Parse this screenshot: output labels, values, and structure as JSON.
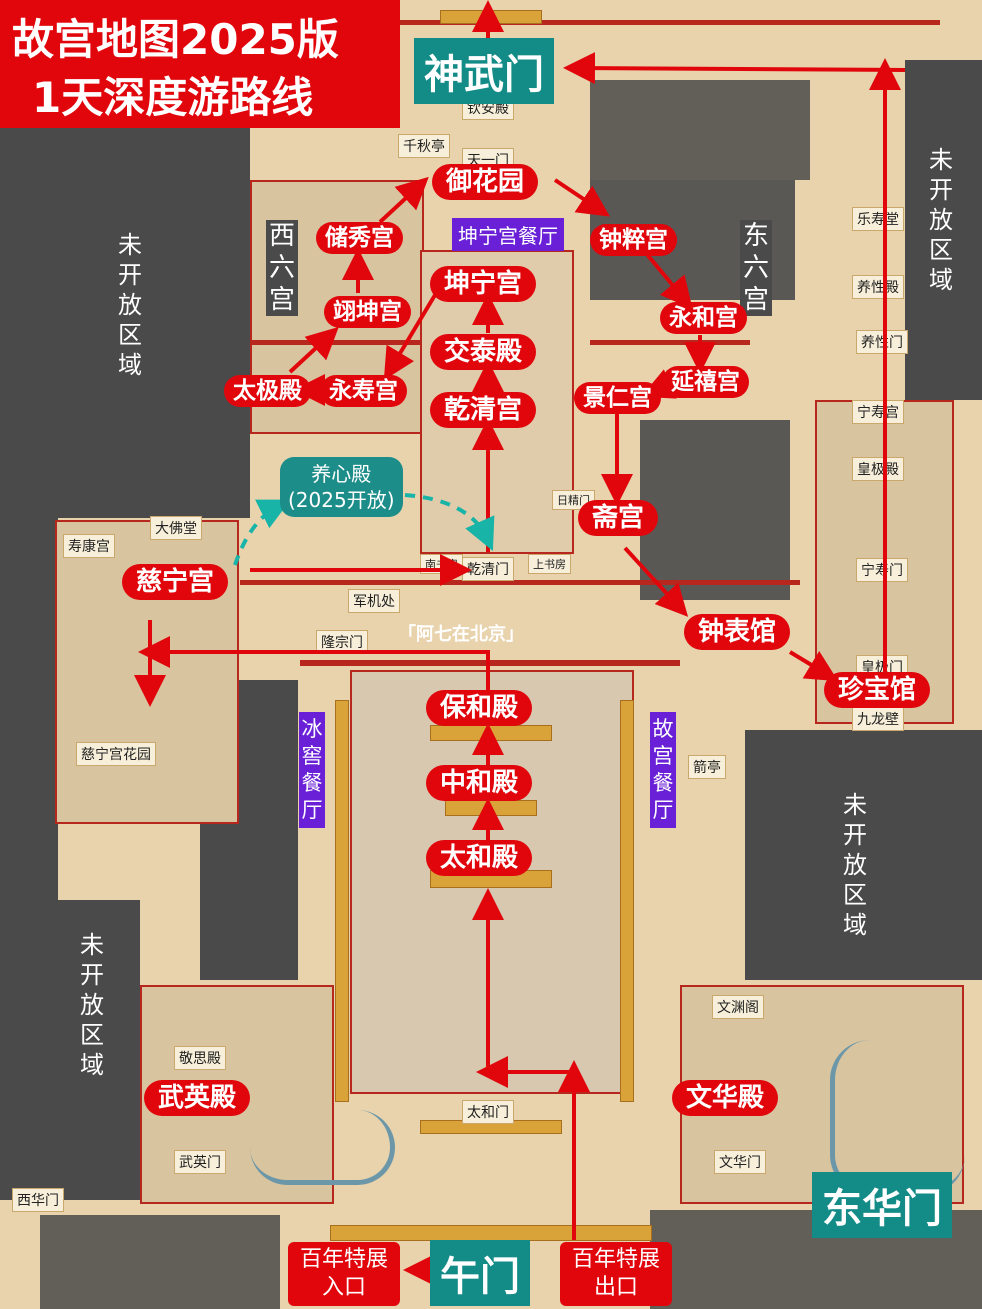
{
  "title": {
    "line1": "故宫地图2025版",
    "line2": "1天深度游路线"
  },
  "gates": {
    "shenwumen": "神武门",
    "wumen": "午门",
    "donghuamen": "东华门"
  },
  "route_stops": {
    "yuhuayuan": "御花园",
    "chuxiugong": "储秀宫",
    "yikungong": "翊坤宫",
    "taijidian": "太极殿",
    "yongshougong": "永寿宫",
    "kunninggong": "坤宁宫",
    "jiaotaidian": "交泰殿",
    "qianqinggong": "乾清宫",
    "zhongcuigong": "钟粹宫",
    "yonghegong": "永和宫",
    "yanxigong": "延禧宫",
    "jingrengong": "景仁宫",
    "zhaigong": "斋宫",
    "zhongbiaoguan": "钟表馆",
    "zhenbaoguan": "珍宝馆",
    "cininggong": "慈宁宫",
    "baohedian": "保和殿",
    "zhonghedian": "中和殿",
    "taihedian": "太和殿",
    "wuyingdian": "武英殿",
    "wenhuadian": "文华殿"
  },
  "yangxindian": {
    "line1": "养心殿",
    "line2": "(2025开放)"
  },
  "restaurants": {
    "kunning": "坤宁宫餐厅",
    "bingjiao": "冰窖餐厅",
    "gugong": "故宫餐厅"
  },
  "areas": {
    "west_six": "西六宫",
    "east_six": "东六宫",
    "closed": "未开放区域"
  },
  "exhibition": {
    "entry_line1": "百年特展",
    "entry_line2": "入口",
    "exit_line1": "百年特展",
    "exit_line2": "出口"
  },
  "small_labels": {
    "qinandian": "钦安殿",
    "tianyimen": "天一门",
    "qianqiuting": "千秋亭",
    "qianqingmen": "乾清门",
    "dafotang": "大佛堂",
    "shoukanggong": "寿康宫",
    "junjichu": "军机处",
    "longzongmen": "隆宗门",
    "cininggong_huayuan": "慈宁宫花园",
    "jianting": "箭亭",
    "jiulongbi": "九龙壁",
    "ningshougong": "宁寿宫",
    "huangjidian": "皇极殿",
    "leshoutang": "乐寿堂",
    "yangxingdian": "养性殿",
    "wenyuange": "文渊阁",
    "wenhuamen": "文华门",
    "jingsidian": "敬思殿",
    "wuyingmen": "武英门",
    "taihemen": "太和门",
    "xihuamen": "西华门",
    "yangxingmen": "养性门",
    "ningshoumen": "宁寿门",
    "huangjimen": "皇极门",
    "rijingmen": "日精门",
    "shangshufang": "上书房",
    "nanshufang": "南书房"
  },
  "watermark": "「阿七在北京」",
  "colors": {
    "route_red": "#e1060c",
    "gate_teal": "#138b87",
    "restaurant_purple": "#6a20d7",
    "closed_gray": "#4a4a4a"
  }
}
